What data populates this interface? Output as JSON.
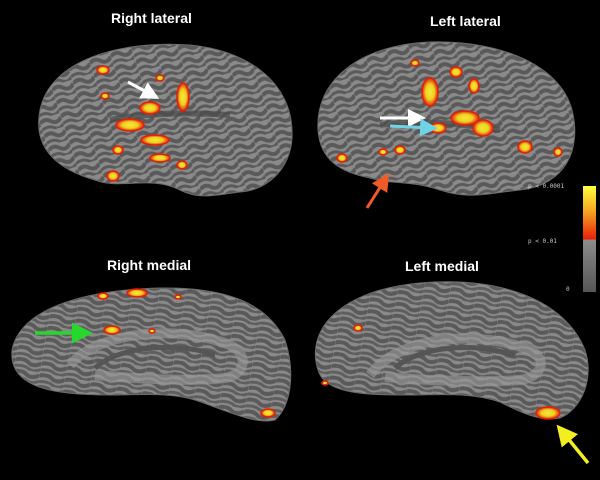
{
  "panels": {
    "right_lateral": "Right lateral",
    "left_lateral": "Left lateral",
    "right_medial": "Right medial",
    "left_medial": "Left medial"
  },
  "colorbar": {
    "high_label": "p < 0.0001",
    "mid_label": "p < 0.01",
    "zero_label": "0"
  },
  "colors": {
    "background": "#000000",
    "cortex_light": "#8a8a8a",
    "cortex_dark": "#5a5a5a",
    "activation_high": "#f0ea3c",
    "activation_low": "#e0200c",
    "arrow_white": "#ffffff",
    "arrow_cyan": "#6fd3e6",
    "arrow_orange": "#f05a28",
    "arrow_green": "#26d82c",
    "arrow_yellow": "#f3ee1f"
  },
  "arrows": [
    {
      "panel": "right_lateral",
      "color": "white"
    },
    {
      "panel": "left_lateral",
      "color": "white"
    },
    {
      "panel": "left_lateral",
      "color": "cyan"
    },
    {
      "panel": "left_lateral",
      "color": "orange"
    },
    {
      "panel": "right_medial",
      "color": "green"
    },
    {
      "panel": "left_medial",
      "color": "yellow"
    }
  ]
}
